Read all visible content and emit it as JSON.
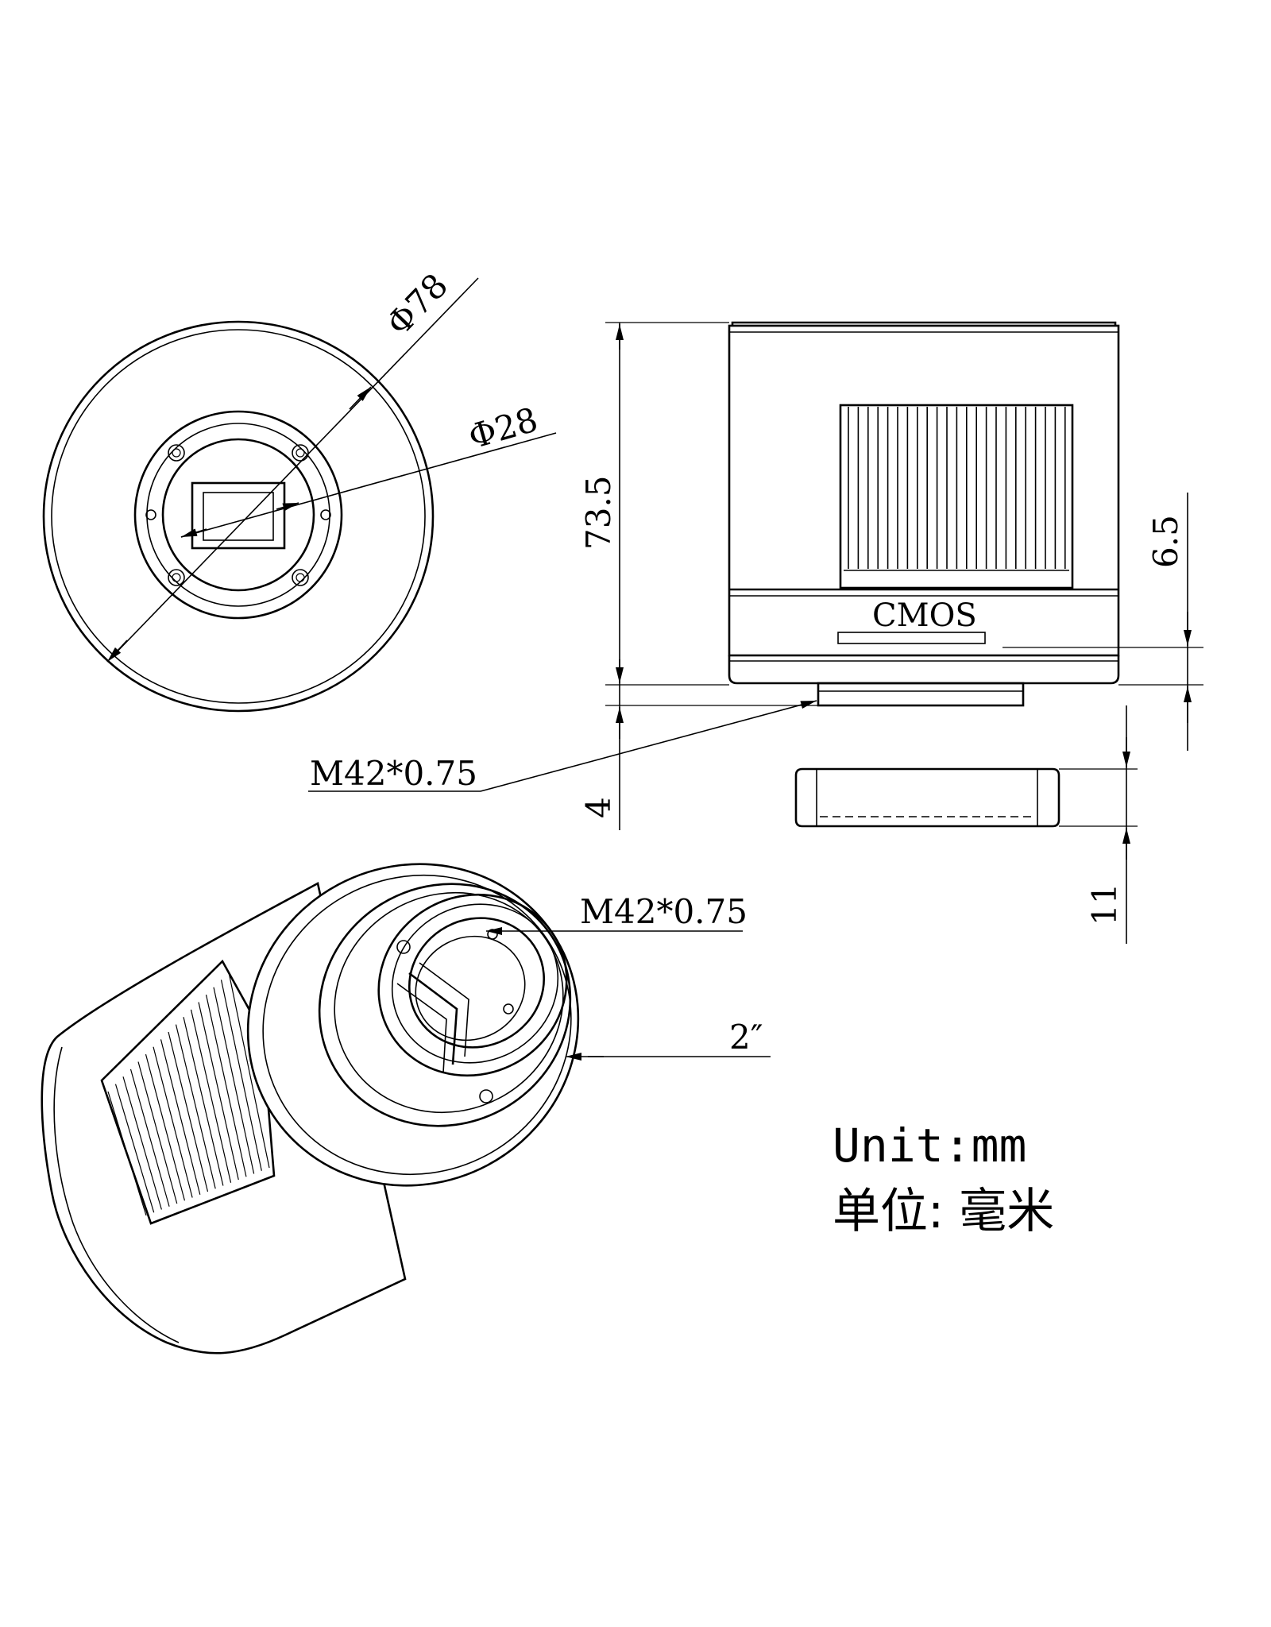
{
  "diagram": {
    "front_view": {
      "outer_diameter_label": "Φ78",
      "inner_diameter_label": "Φ28"
    },
    "side_view": {
      "height_label": "73.5",
      "sensor_label": "CMOS",
      "sensor_offset_label": "6.5",
      "flange_thread_label": "M42*0.75",
      "flange_height_label": "4",
      "adapter_height_label": "11"
    },
    "iso_view": {
      "thread_label": "M42*0.75",
      "barrel_label": "2″"
    },
    "units": {
      "english": "Unit:mm",
      "chinese": "单位: 毫米"
    }
  }
}
